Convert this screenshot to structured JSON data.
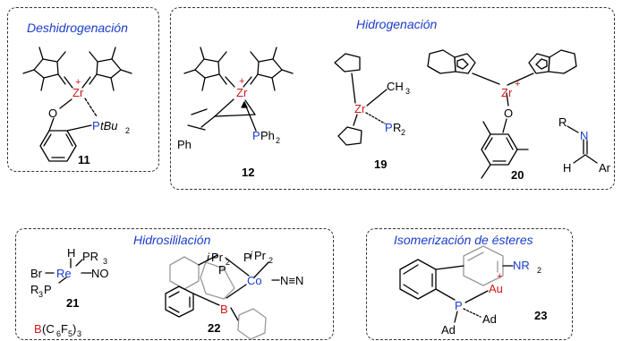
{
  "panels": {
    "dehydrogenation": {
      "title": "Deshidrogenación"
    },
    "hydrogenation": {
      "title": "Hidrogenación"
    },
    "hydrosilylation": {
      "title": "Hidrosililación"
    },
    "isomerization": {
      "title": "Isomerización de ésteres"
    }
  },
  "compounds": {
    "c11": {
      "number": "11",
      "metal": "Zr",
      "charge": "+",
      "atom_o": "O",
      "atom_p": "P",
      "ligand_p": "tBu",
      "sub_p": "2"
    },
    "c12": {
      "number": "12",
      "metal": "Zr",
      "charge": "+",
      "atom_p": "P",
      "ligand_p": "Ph",
      "sub_p": "2",
      "substituent": "Ph"
    },
    "c19": {
      "number": "19",
      "metal": "Zr",
      "ligand_me": "CH",
      "sub_me": "3",
      "atom_p": "P",
      "ligand_p": "R",
      "sub_p": "2"
    },
    "c20": {
      "number": "20",
      "metal": "Zr",
      "charge": "+",
      "atom_o": "O",
      "imine_r": "R",
      "imine_n": "N",
      "imine_h": "H",
      "imine_ar": "Ar"
    },
    "c21": {
      "number": "21",
      "metal": "Re",
      "h": "H",
      "pr3_top": "PR",
      "sub3": "3",
      "br": "Br",
      "no": "NO",
      "r3p": "R",
      "r3p_p": "P"
    },
    "borane": {
      "b": "B",
      "formula": "(C",
      "sub6": "6",
      "f": "F",
      "sub5": "5",
      "close": ")",
      "sub3": "3"
    },
    "c22": {
      "number": "22",
      "metal": "Co",
      "atom_p": "P",
      "atom_b": "B",
      "ipr_i": "i",
      "ipr": "Pr",
      "sub2": "2",
      "n2": "N≡N"
    },
    "c23": {
      "number": "23",
      "metal": "Au",
      "charge": "+",
      "atom_p": "P",
      "ad": "Ad",
      "nr2_n": "NR",
      "sub2": "2"
    }
  },
  "colors": {
    "title": "#1a3ccc",
    "metal": "#d01818",
    "p": "#1a3ccc",
    "o": "#000000",
    "b": "#d01818",
    "n": "#1a3ccc"
  }
}
